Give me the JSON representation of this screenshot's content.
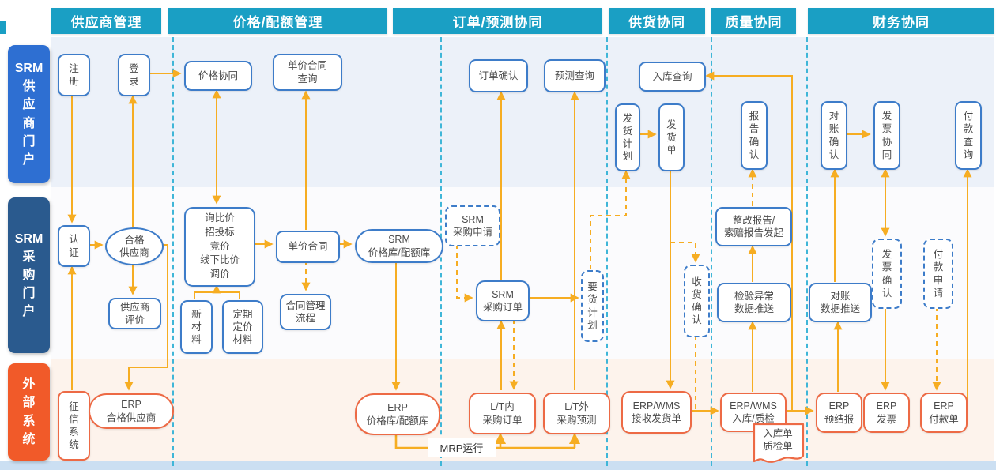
{
  "colors": {
    "header_bg": "#1A9FC4",
    "lane1_label_bg": "#2E6FD2",
    "lane2_label_bg": "#2A5A8E",
    "lane3_label_bg": "#F15A29",
    "lane1_band": "#ECF1F9",
    "lane2_band": "#FBFBFD",
    "lane3_band": "#FDF3EC",
    "node_border_blue": "#3D7CC9",
    "node_border_orange": "#ED6A45",
    "arrow": "#F6AD22",
    "separator": "#3FB6D8",
    "bottom_strip": "#CBDFF2",
    "text": "#4A4A4A"
  },
  "headers": [
    {
      "label": "供应商管理"
    },
    {
      "label": "价格/配额管理"
    },
    {
      "label": "订单/预测协同"
    },
    {
      "label": "供货协同"
    },
    {
      "label": "质量协同"
    },
    {
      "label": "财务协同"
    }
  ],
  "lanes": [
    {
      "label": "SRM\n供\n应\n商\n门\n户"
    },
    {
      "label": "SRM\n采\n购\n门\n户"
    },
    {
      "label": "外\n部\n系\n统"
    }
  ],
  "nodes": {
    "supplier_portal": {
      "register": "注\n册",
      "login": "登\n录",
      "price_collab": "价格协同",
      "unit_contract_query": "单价合同\n查询",
      "order_confirm": "订单确认",
      "forecast_query": "预测查询",
      "inbound_query": "入库查询",
      "ship_plan": "发\n货\n计\n划",
      "ship_note": "发\n货\n单",
      "report_confirm": "报\n告\n确\n认",
      "recon_confirm": "对\n账\n确\n认",
      "invoice_collab": "发\n票\n协\n同",
      "payment_query": "付\n款\n查\n询"
    },
    "purchase_portal": {
      "auth": "认\n证",
      "qualified_supplier": "合格\n供应商",
      "supplier_eval": "供应商\n评价",
      "sourcing": "询比价\n招投标\n竞价\n线下比价\n调价",
      "new_material": "新\n材\n料",
      "periodic_material": "定期\n定价\n材料",
      "unit_contract": "单价合同",
      "contract_flow": "合同管理\n流程",
      "srm_price_lib": "SRM\n价格库/配额库",
      "srm_pr": "SRM\n采购申请",
      "srm_po": "SRM\n采购订单",
      "delivery_req": "要\n货\n计\n划",
      "receipt_confirm": "收\n货\n确\n认",
      "rectify_report": "整改报告/\n索赔报告发起",
      "inspect_abnormal": "检验异常\n数据推送",
      "recon_push": "对账\n数据推送",
      "invoice_confirm": "发\n票\n确\n认",
      "payment_apply": "付\n款\n申\n请"
    },
    "external": {
      "credit_sys": "征\n信\n系\n统",
      "erp_qualified": "ERP\n合格供应商",
      "erp_price_lib": "ERP\n价格库/配额库",
      "lt_in_po": "L/T内\n采购订单",
      "lt_out_forecast": "L/T外\n采购预测",
      "erp_wms_recv": "ERP/WMS\n接收发货单",
      "erp_wms_inbound": "ERP/WMS\n入库/质检",
      "inbound_doc": "入库单\n质检单",
      "erp_presettle": "ERP\n预结报",
      "erp_invoice": "ERP\n发票",
      "erp_payment": "ERP\n付款单",
      "mrp_run": "MRP运行"
    }
  }
}
